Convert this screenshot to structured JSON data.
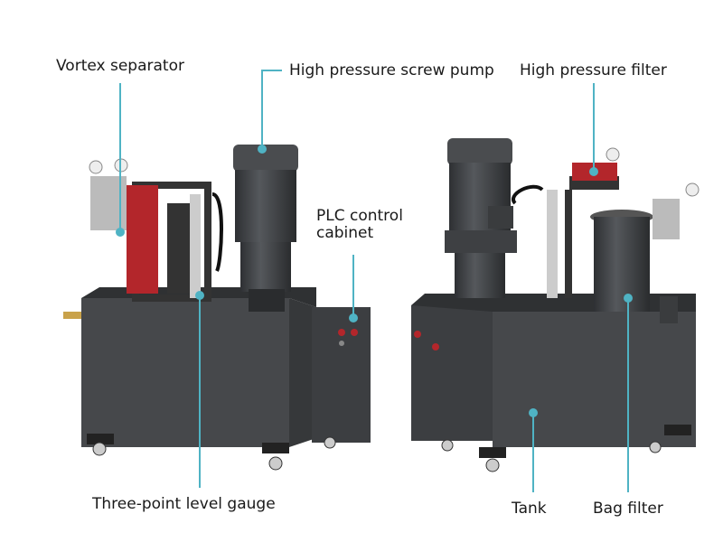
{
  "labels": {
    "vortex_separator": "Vortex separator",
    "screw_pump": "High pressure screw pump",
    "hp_filter": "High pressure filter",
    "plc_line1": "PLC control",
    "plc_line2": "cabinet",
    "level_gauge": "Three-point level gauge",
    "tank": "Tank",
    "bag_filter": "Bag filter"
  },
  "colors": {
    "leader": "#4fb3c4",
    "body": "#3f4144",
    "accent_red": "#b3262b"
  }
}
